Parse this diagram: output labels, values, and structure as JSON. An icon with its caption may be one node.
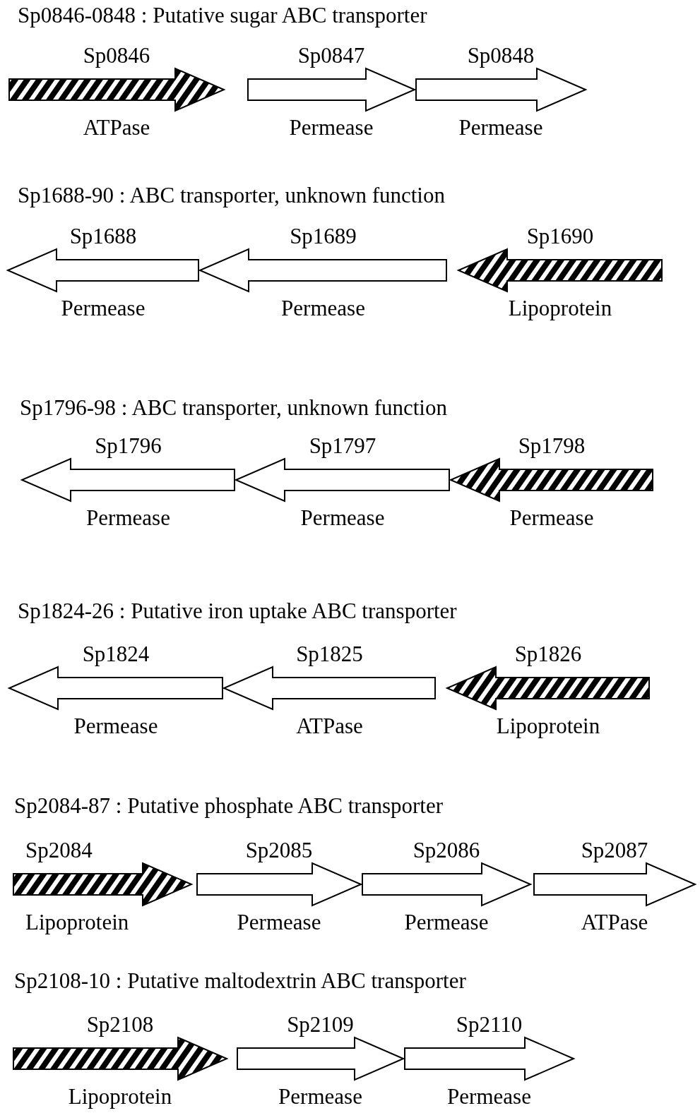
{
  "diagram": {
    "nodes": [
      {
        "text": [
          "Sp0846",
          "ATPase"
        ]
      },
      {
        "text": [
          "Sp0847",
          "Permease"
        ]
      },
      {
        "text": [
          "Sp0848",
          "Permease"
        ]
      },
      {
        "text": [
          "Sp1688",
          "Permease"
        ]
      },
      {
        "text": [
          "Sp1689",
          "Permease"
        ]
      },
      {
        "text": [
          "Sp1690",
          "Lipoprotein"
        ]
      },
      {
        "text": [
          "Sp1796",
          "Permease"
        ]
      },
      {
        "text": [
          "Sp1797",
          "Permease"
        ]
      },
      {
        "text": [
          "Sp1798",
          "Permease"
        ]
      },
      {
        "text": [
          "Sp1824",
          "Permease"
        ]
      },
      {
        "text": [
          "Sp1825",
          "ATPase"
        ]
      },
      {
        "text": [
          "Sp1826",
          "Lipoprotein"
        ]
      },
      {
        "text": [
          "Sp2084",
          "Lipoprotein"
        ]
      },
      {
        "text": [
          "Sp2085",
          "Permease"
        ]
      },
      {
        "text": [
          "Sp2086",
          "Permease"
        ]
      },
      {
        "text": [
          "Sp2087",
          "ATPase"
        ]
      },
      {
        "text": [
          "Sp2108",
          "Lipoprotein"
        ]
      },
      {
        "text": [
          "Sp2109",
          "Permease"
        ]
      },
      {
        "text": [
          "Sp2110",
          "Permease"
        ]
      }
    ],
    "labels": [
      "Sp0846-0848 : Putative sugar ABC transporter",
      "Sp1688-90 :  ABC transporter, unknown function",
      "Sp1796-98 :  ABC transporter, unknown function",
      "Sp1824-26 : Putative iron uptake ABC transporter",
      "Sp2084-87 : Putative phosphate ABC transporter",
      "Sp2108-10 : Putative maltodextrin ABC transporter"
    ]
  }
}
